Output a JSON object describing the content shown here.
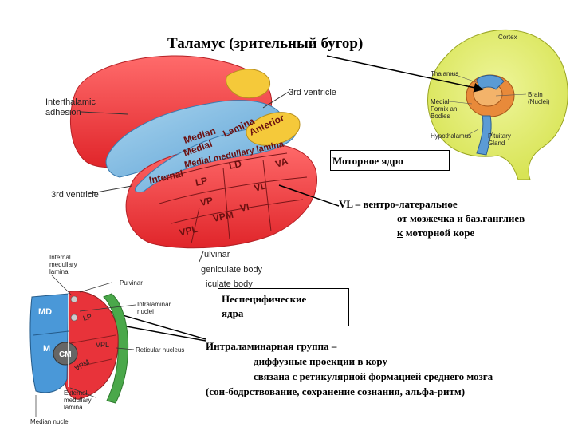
{
  "title": "Таламус (зрительный бугор)",
  "motor_nucleus_box": "Моторное ядро",
  "vl_description": {
    "line1": "VL – вентро-латеральное",
    "line2_prefix": "от",
    "line2_rest": " мозжечка и баз.ганглиев",
    "line3_prefix": "к",
    "line3_rest": " моторной коре"
  },
  "nonspecific_box": {
    "line1": "Неспецифические",
    "line2": "ядра"
  },
  "intralaminar_description": {
    "line1": "Интраламинарная группа –",
    "line2": "диффузные проекции в кору",
    "line3": "связана с ретикулярной формацией среднего мозга",
    "line4": "(сон-бодрствование, сохранение сознания, альфа-ритм)"
  },
  "thalamus_3d_labels": {
    "interthalamic_adhesion_1": "Interthalamic",
    "interthalamic_adhesion_2": "adhesion",
    "third_ventricle_right": "3rd ventricle",
    "third_ventricle_left": "3rd ventricle",
    "pulvinar": "ulvinar",
    "geniculate_body": "geniculate body",
    "reticulate_body": "iculate body",
    "nuclei": [
      "Median",
      "Medial",
      "Lamina",
      "Anterior",
      "Medial medullary lamina",
      "Internal",
      "LD",
      "LP",
      "VA",
      "VL",
      "VP",
      "VPM",
      "VPL"
    ]
  },
  "brain_inset_labels": {
    "cortex": "Cortex",
    "thalamus": "Thalamus",
    "brain_stem_1": "Brain",
    "brain_stem_2": "(Nuclei)",
    "medial_1": "Medial",
    "medial_2": "Fornix an",
    "medial_3": "Bodies",
    "hypothalamus": "Hypothalamus",
    "pituitary_1": "Pituitary",
    "pituitary_2": "Gland"
  },
  "cross_section_labels": {
    "internal_medullary_lamina_1": "Internal",
    "internal_medullary_lamina_2": "medullary",
    "internal_medullary_lamina_3": "lamina",
    "pulvinar": "Pulvinar",
    "intralaminar_nuclei_1": "Intralaminar",
    "intralaminar_nuclei_2": "nuclei",
    "reticular_nucleus": "Reticular nucleus",
    "external_medullary_lamina_1": "External",
    "external_medullary_lamina_2": "medullary",
    "external_medullary_lamina_3": "lamina",
    "median_nuclei": "Median nuclei",
    "md": "MD",
    "lp": "LP",
    "m": "M",
    "cm": "CM",
    "vpl": "VPL",
    "vpm": "VPM"
  }
}
